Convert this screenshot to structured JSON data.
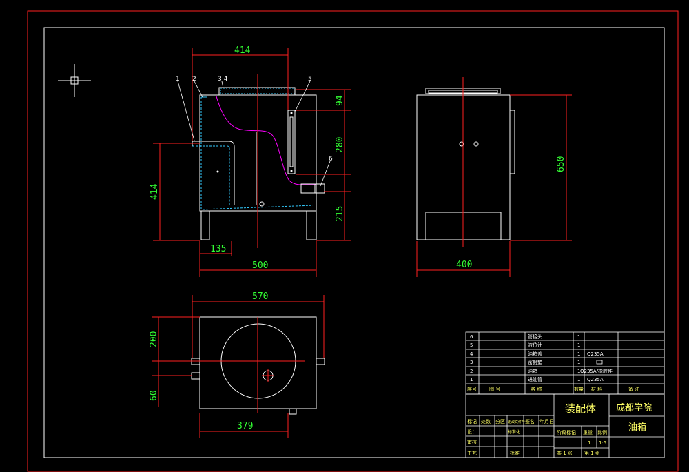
{
  "colors": {
    "background": "#000000",
    "outline": "#ffffff",
    "dimension": "#ff2020",
    "dimension_text": "#33ff33",
    "hidden": "#33ccff",
    "oil_line": "#ff00ff",
    "center_line": "#ff2020",
    "titleblock_text": "#ffff66"
  },
  "icons": {
    "crosshair": "ucs-crosshair-icon"
  },
  "dimensions": {
    "top_width": "414",
    "left_height": "414",
    "h94": "94",
    "h280": "280",
    "h215": "215",
    "w135": "135",
    "w500": "500",
    "side_height": "650",
    "side_width": "400",
    "plan_width": "570",
    "plan_200": "200",
    "plan_60": "60",
    "plan_379": "379"
  },
  "part_labels": [
    "1",
    "2",
    "3 4",
    "5",
    "6"
  ],
  "bom": {
    "rows": [
      {
        "no": "6",
        "name": "管接头",
        "qty": "1",
        "material": "",
        "remark": ""
      },
      {
        "no": "5",
        "name": "液位计",
        "qty": "1",
        "material": "",
        "remark": ""
      },
      {
        "no": "4",
        "name": "油箱盖",
        "qty": "1",
        "material": "Q235A",
        "remark": ""
      },
      {
        "no": "3",
        "name": "密封垫",
        "qty": "1",
        "material": "",
        "remark": ""
      },
      {
        "no": "2",
        "name": "油箱",
        "qty": "1",
        "material": "Q235A/橡胶件",
        "remark": ""
      },
      {
        "no": "1",
        "name": "进油管",
        "qty": "1",
        "material": "Q235A",
        "remark": ""
      }
    ],
    "header": {
      "no": "序号",
      "code": "图 号",
      "name": "名 称",
      "qty": "数量",
      "material": "材 料",
      "remark": "备 注"
    }
  },
  "title_block": {
    "drawing_title": "装配体",
    "school": "成都学院",
    "part_name": "油箱",
    "stage_label": "阶段标记",
    "weight_label": "重量",
    "scale_label": "比例",
    "weight": "1",
    "scale": "1:5",
    "total_label": "共 1 张",
    "sheet_label": "第 1 张",
    "rev_cells": [
      "标记",
      "处数",
      "分区",
      "更改文件号",
      "签名",
      "年月日"
    ],
    "role_cells": [
      "设计",
      "标准化",
      "审核",
      "工艺",
      "批准"
    ]
  }
}
